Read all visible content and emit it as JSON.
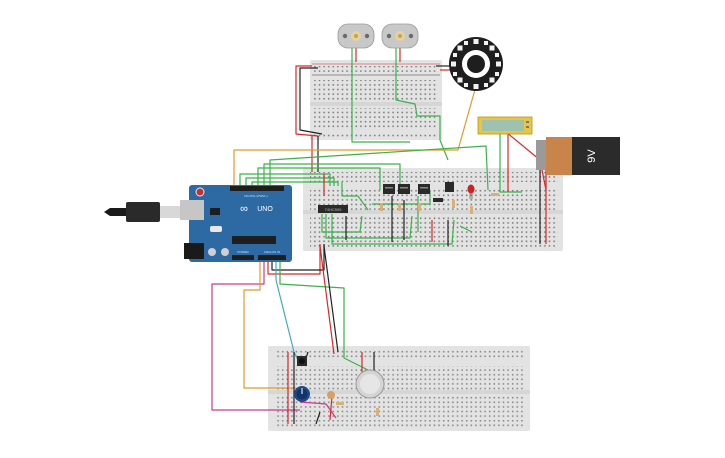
{
  "arduino": {
    "brand_mark": "∞",
    "logo_text": "UNO",
    "header_digital_label": "DIGITAL (PWM~)",
    "header_power_label": "POWER",
    "header_analog_label": "ANALOG IN"
  },
  "battery": {
    "label": "9V"
  },
  "chip": {
    "label": "74HC595"
  },
  "breadboard_top": {
    "name": "Small breadboard"
  },
  "colors": {
    "breadboard": "#e3e3e3",
    "arduino": "#2d6aa3",
    "battery_body": "#2b2b2b",
    "battery_cap": "#c8844a",
    "wire_green": "#3bb24a",
    "wire_red": "#d42a2a",
    "wire_orange": "#e39a2a",
    "wire_magenta": "#c93a8f",
    "wire_cyan": "#46a9c6",
    "wire_black": "#222222",
    "lcd_yellow": "#e8c640",
    "led_red": "#cc2222"
  },
  "components": {
    "motors": [
      "dc-motor",
      "dc-motor"
    ],
    "ring": "neopixel-ring",
    "sensor": "gas-sensor",
    "knob": "potentiometer",
    "transistors": [
      "transistor",
      "transistor",
      "transistor",
      "transistor"
    ],
    "led": "red-led"
  }
}
